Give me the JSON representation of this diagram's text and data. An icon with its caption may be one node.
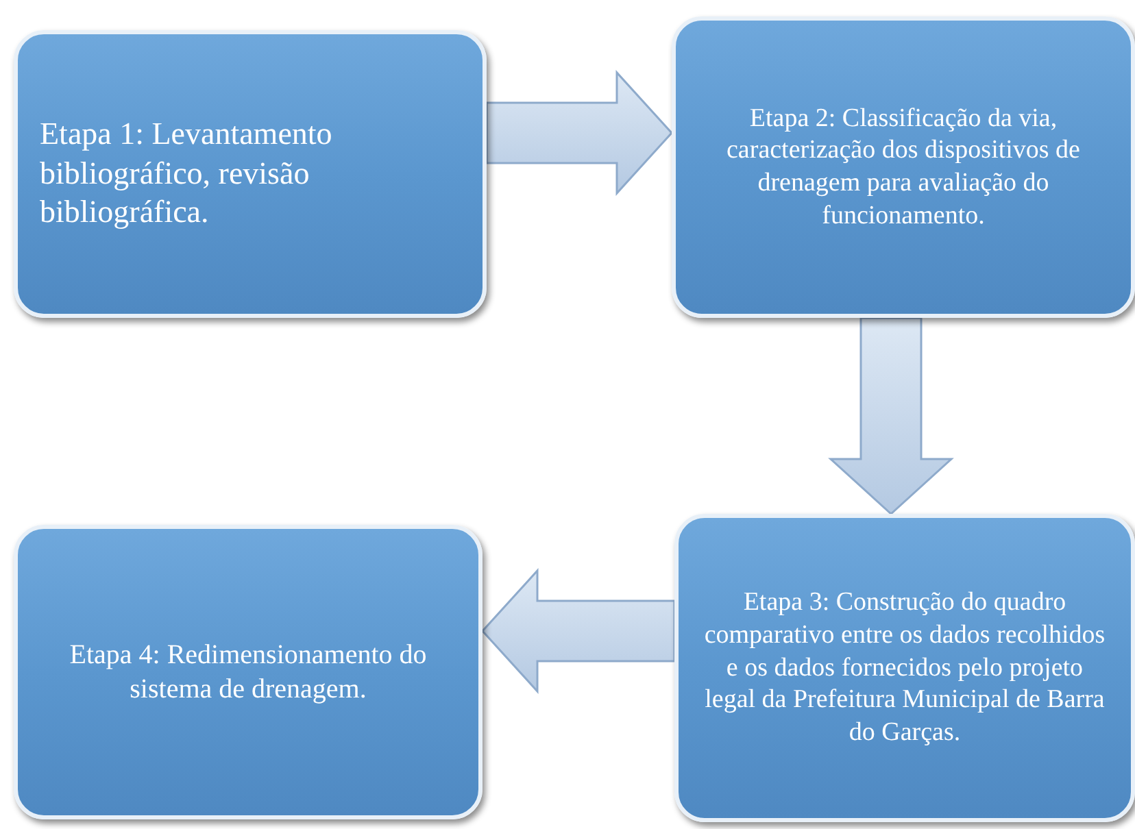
{
  "diagram": {
    "nodes": [
      {
        "text": [
          "Etapa 1: Levantamento bibliográfico, revisão bibliográfica."
        ]
      },
      {
        "text": [
          "Etapa 2: Classificação da via, caracterização dos dispositivos de drenagem para avaliação do funcionamento."
        ]
      },
      {
        "text": [
          "Etapa 3: Construção do quadro comparativo entre os dados recolhidos e os dados fornecidos pelo projeto legal da Prefeitura Municipal de Barra do Garças."
        ]
      },
      {
        "text": [
          "Etapa 4: Redimensionamento do sistema de drenagem."
        ]
      }
    ],
    "edges": [
      {
        "from": 0,
        "to": 1,
        "arrow": "to"
      },
      {
        "from": 1,
        "to": 2,
        "arrow": "to"
      },
      {
        "from": 2,
        "to": 3,
        "arrow": "to"
      }
    ]
  }
}
